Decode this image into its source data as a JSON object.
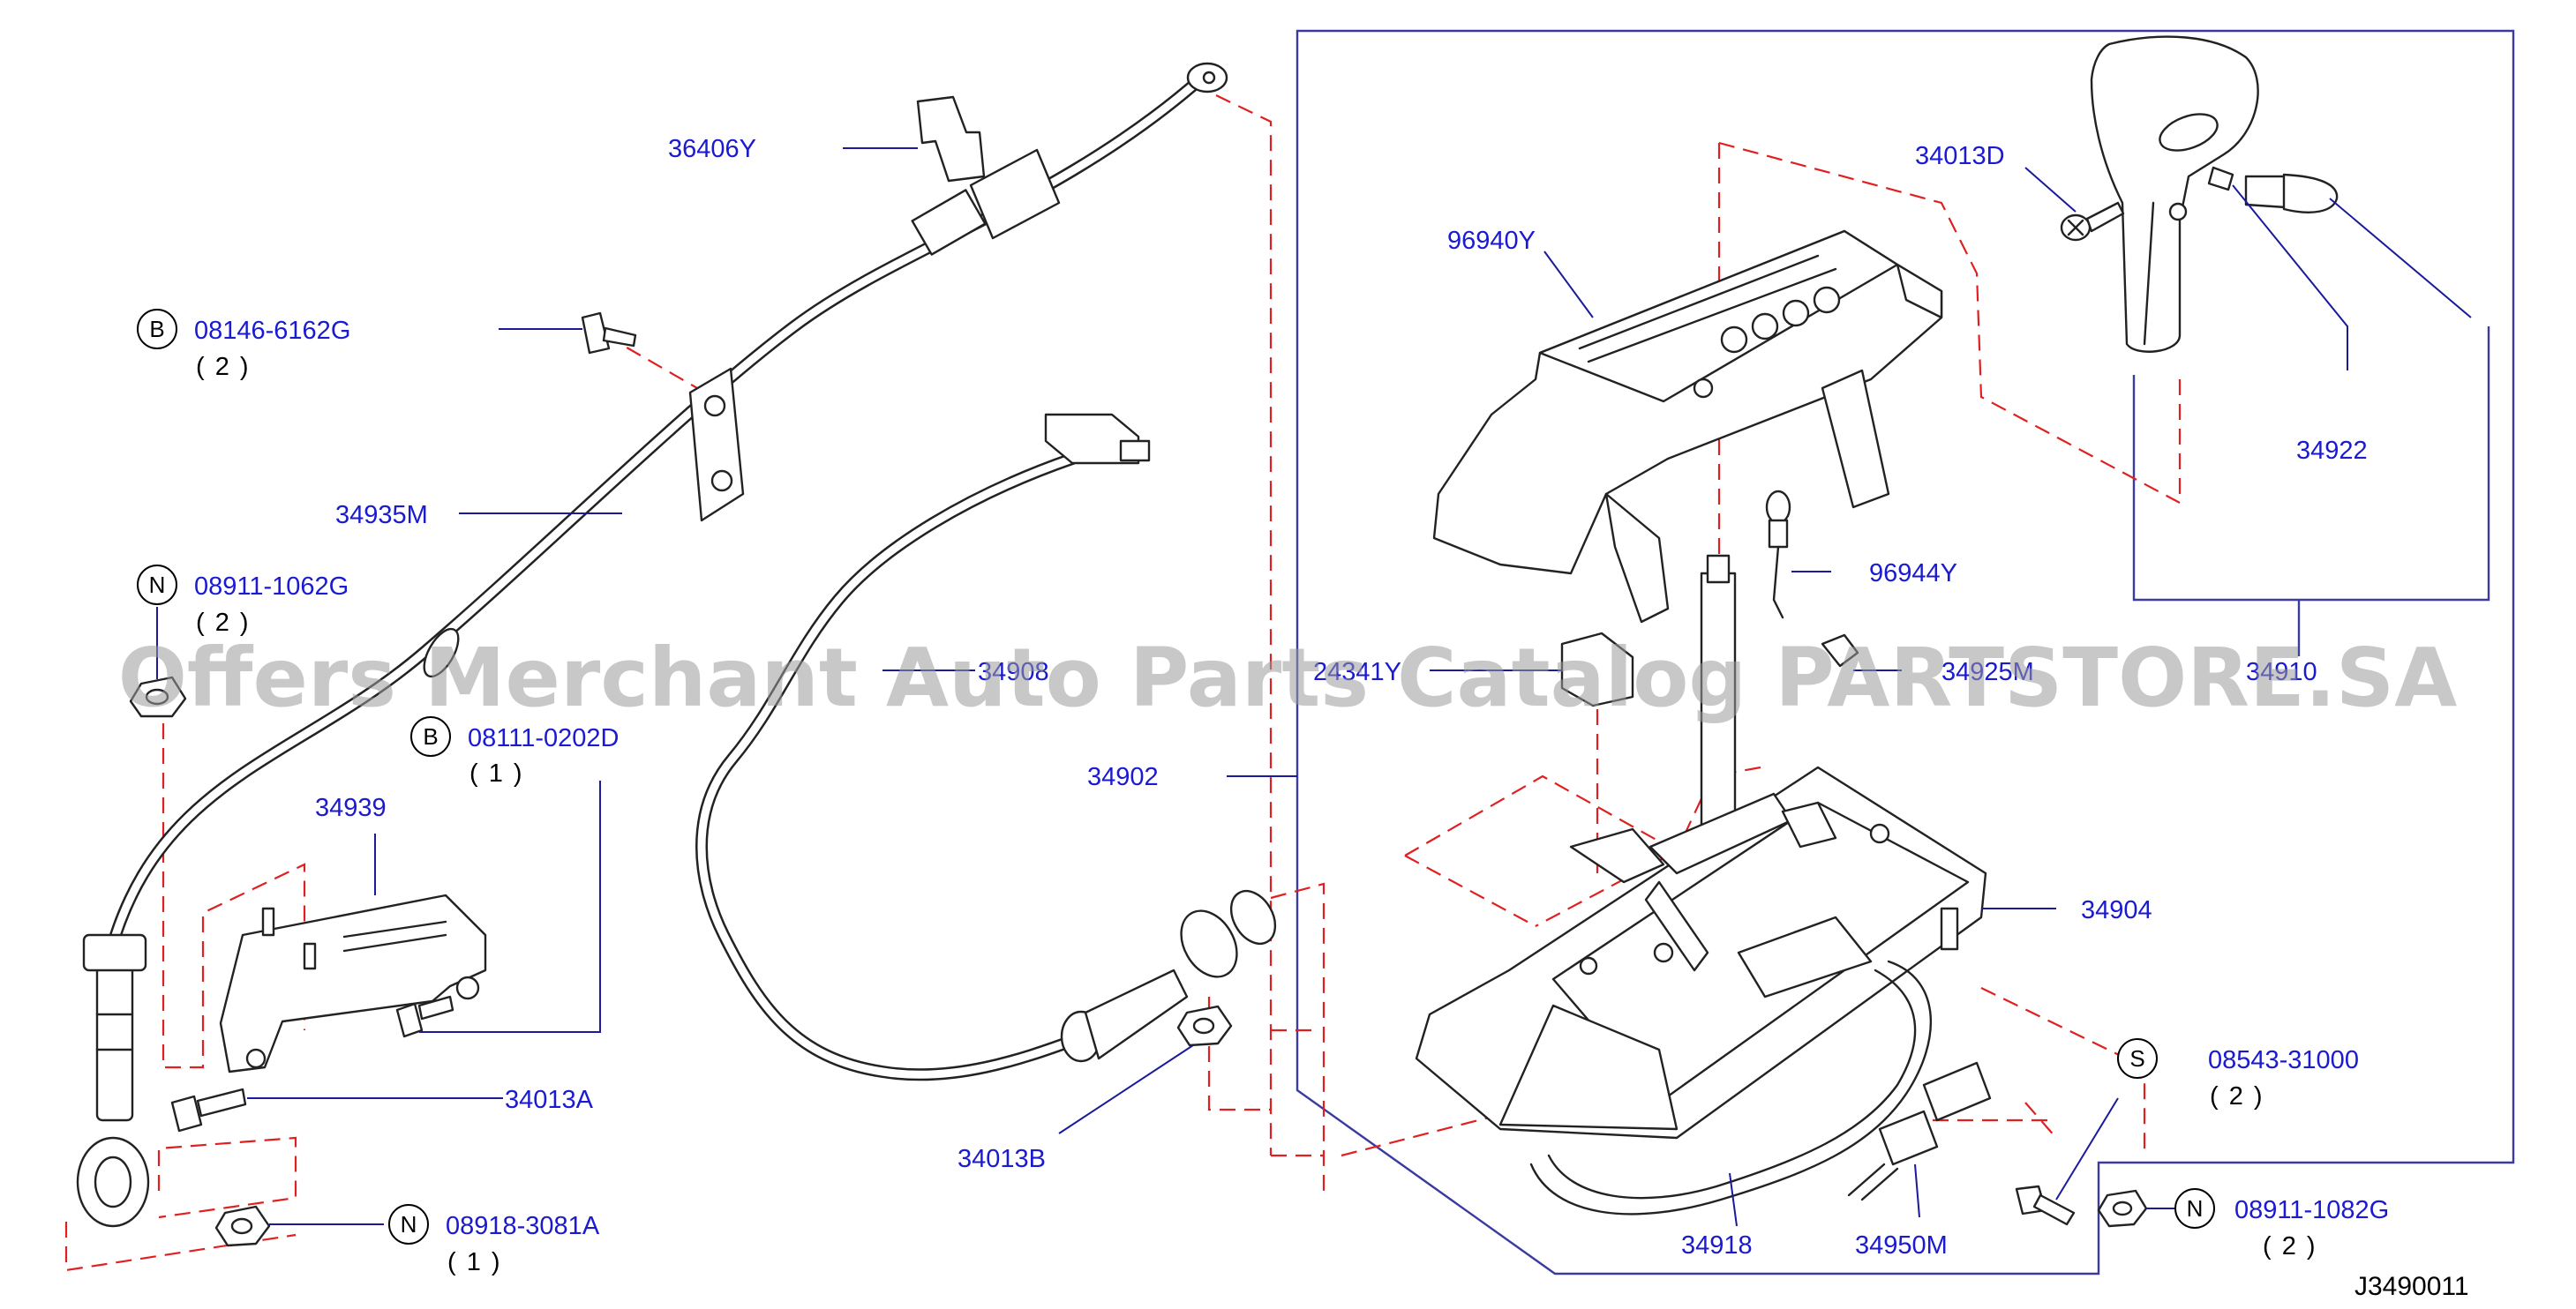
{
  "diagram": {
    "code": "J3490011",
    "watermark": "Offers Merchant Auto Parts Catalog PARTSTORE.SA",
    "labels": {
      "p36406Y": "36406Y",
      "p08146": "08146-6162G",
      "p08146_qty": "( 2 )",
      "p34935M": "34935M",
      "p08911_1062": "08911-1062G",
      "p08911_1062_qty": "( 2 )",
      "p08111": "08111-0202D",
      "p08111_qty": "( 1 )",
      "p34939": "34939",
      "p34013A": "34013A",
      "p08918": "08918-3081A",
      "p08918_qty": "( 1 )",
      "p349xx": "34908",
      "p24341Y": "24341Y",
      "p34902": "34902",
      "p34013B": "34013B",
      "p96940Y": "96940Y",
      "p34013D": "34013D",
      "p34922": "34922",
      "p96944Y": "96944Y",
      "p34925M": "34925M",
      "p34910": "34910",
      "p34904": "34904",
      "p08543": "08543-31000",
      "p08543_qty": "( 2 )",
      "p08911_1082": "08911-1082G",
      "p08911_1082_qty": "( 2 )",
      "p34918": "34918",
      "p34950M": "34950M"
    },
    "fastener_symbols": {
      "b1": "B",
      "n1": "N",
      "b2": "B",
      "n2": "N",
      "s1": "S",
      "n3": "N"
    },
    "colors": {
      "label_text": "#1a1ad0",
      "leader_line": "#1a1a9a",
      "dashed_assembly": "#e02020",
      "frame": "#3a3aa0",
      "part_outline": "#222222"
    }
  }
}
